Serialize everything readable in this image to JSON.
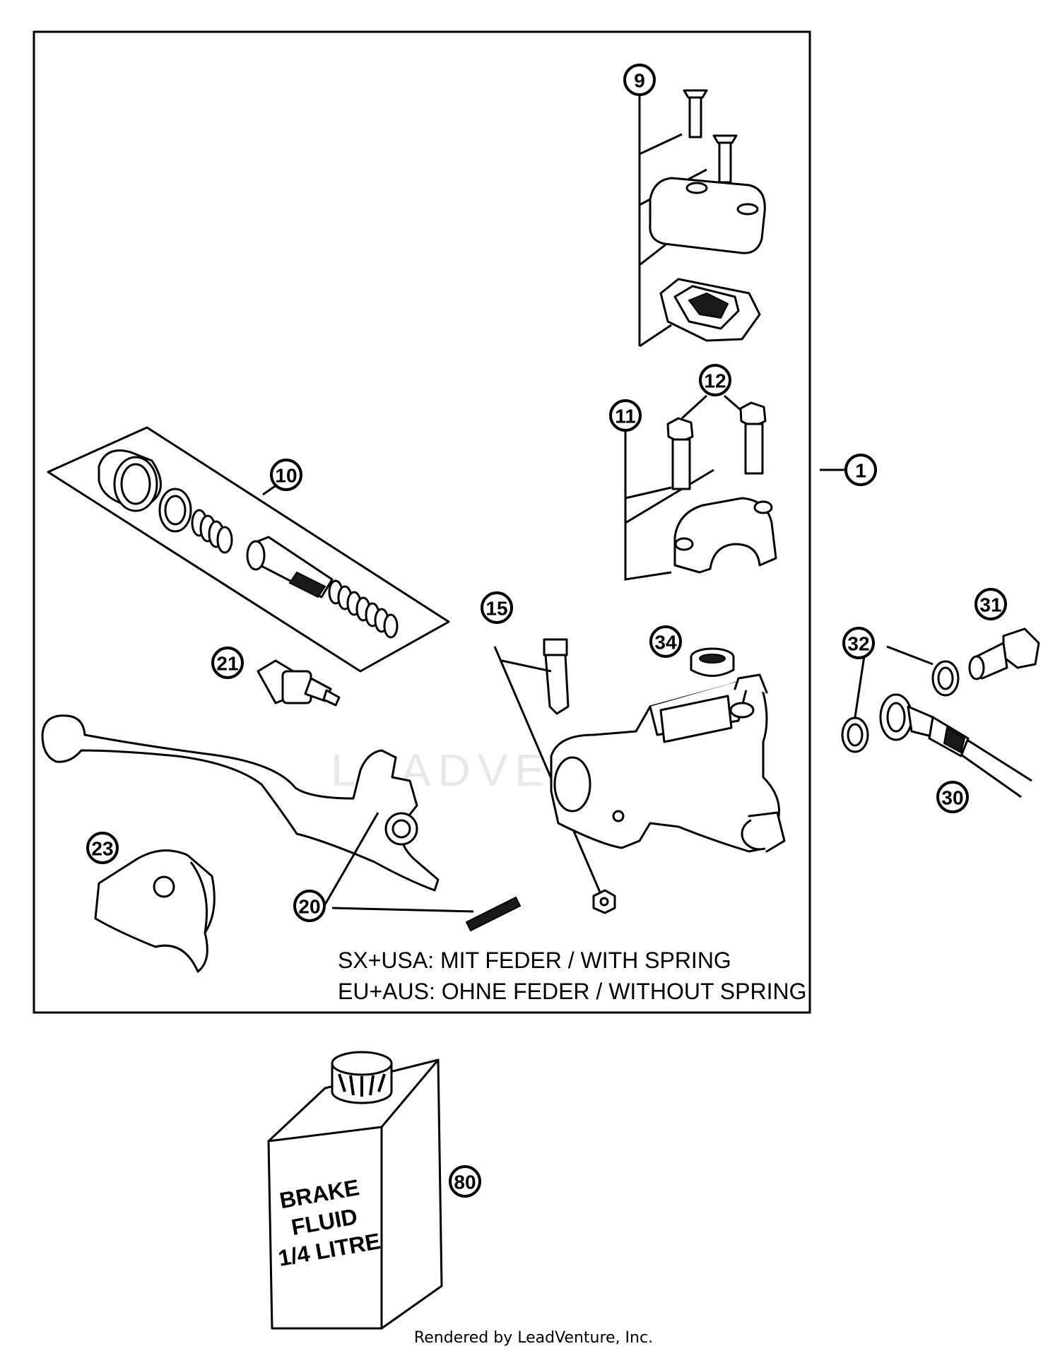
{
  "callouts": {
    "c9": "9",
    "c12": "12",
    "c11": "11",
    "c1": "1",
    "c10": "10",
    "c15": "15",
    "c34": "34",
    "c31": "31",
    "c32": "32",
    "c21": "21",
    "c30": "30",
    "c23": "23",
    "c20": "20",
    "c80": "80"
  },
  "notes": {
    "line1": "SX+USA:  MIT FEDER / WITH SPRING",
    "line2": "EU+AUS:  OHNE FEDER / WITHOUT SPRING"
  },
  "brake_fluid_can": {
    "line1": "BRAKE",
    "line2": "FLUID",
    "line3": "1/4 LITRE"
  },
  "watermark": "LEADVENTURE",
  "footer": "Rendered by LeadVenture, Inc."
}
